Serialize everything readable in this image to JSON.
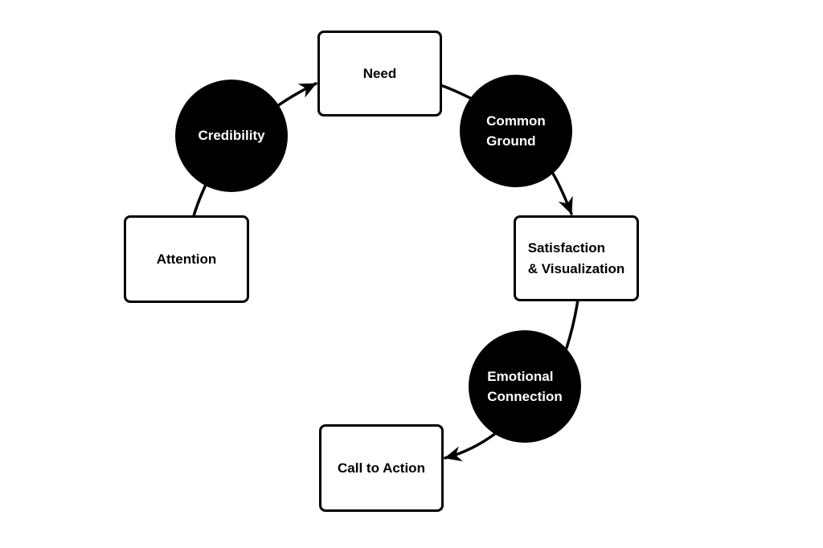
{
  "diagram": {
    "colors": {
      "background": "#ffffff",
      "stroke": "#000000",
      "circle_fill": "#000000",
      "rect_fill": "#ffffff",
      "circle_text": "#ffffff",
      "rect_text": "#000000"
    },
    "nodes": [
      {
        "id": "attention",
        "shape": "rectangle",
        "label": "Attention"
      },
      {
        "id": "credibility",
        "shape": "circle",
        "label": "Credibility"
      },
      {
        "id": "need",
        "shape": "rectangle",
        "label": "Need"
      },
      {
        "id": "common-ground",
        "shape": "circle",
        "label": "Common\nGround"
      },
      {
        "id": "satisfaction-visualization",
        "shape": "rectangle",
        "label": "Satisfaction\n& Visualization"
      },
      {
        "id": "emotional-connection",
        "shape": "circle",
        "label": "Emotional\nConnection"
      },
      {
        "id": "call-to-action",
        "shape": "rectangle",
        "label": "Call to Action"
      }
    ],
    "connections": [
      {
        "from": "attention",
        "to": "credibility",
        "arrowhead": false
      },
      {
        "from": "credibility",
        "to": "need",
        "arrowhead": true
      },
      {
        "from": "need",
        "to": "common-ground",
        "arrowhead": false
      },
      {
        "from": "common-ground",
        "to": "satisfaction-visualization",
        "arrowhead": true
      },
      {
        "from": "satisfaction-visualization",
        "to": "emotional-connection",
        "arrowhead": false
      },
      {
        "from": "emotional-connection",
        "to": "call-to-action",
        "arrowhead": true
      }
    ]
  }
}
